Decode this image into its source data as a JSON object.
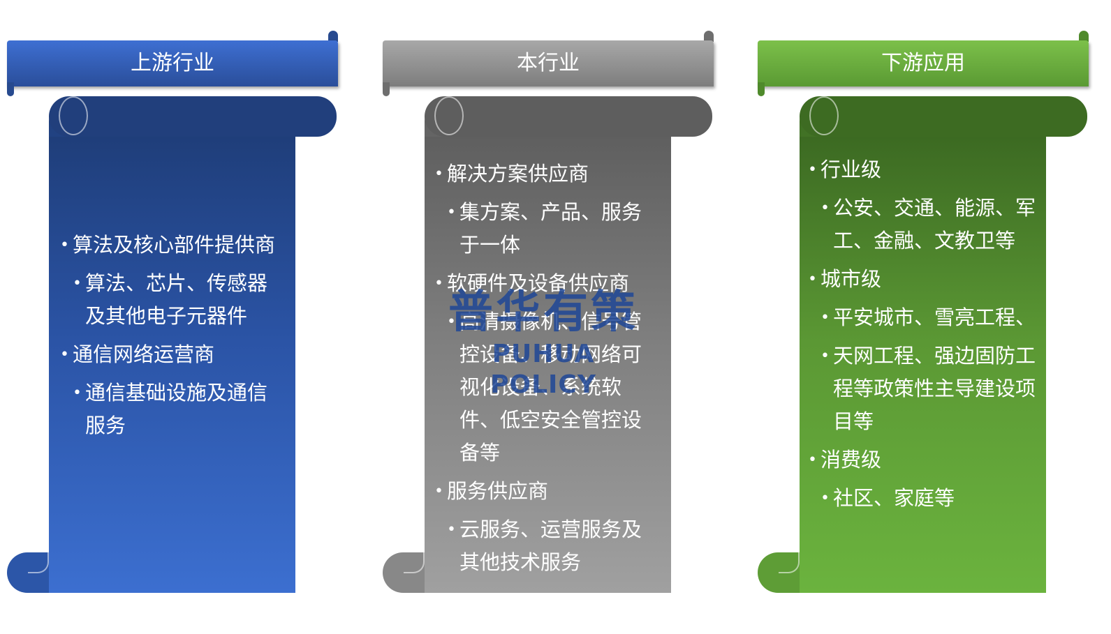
{
  "columns": [
    {
      "title": "上游行业",
      "items": [
        {
          "label": "算法及核心部件提供商",
          "sub": [
            "算法、芯片、传感器及其他电子元器件"
          ]
        },
        {
          "label": "通信网络运营商",
          "sub": [
            "通信基础设施及通信服务"
          ]
        }
      ]
    },
    {
      "title": "本行业",
      "items": [
        {
          "label": "解决方案供应商",
          "sub": [
            "集方案、产品、服务于一体"
          ]
        },
        {
          "label": "软硬件及设备供应商",
          "sub": [
            "高清摄像机、信号管控设备、移动网络可视化设备、系统软件、低空安全管控设备等"
          ]
        },
        {
          "label": "服务供应商",
          "sub": [
            "云服务、运营服务及其他技术服务"
          ]
        }
      ]
    },
    {
      "title": "下游应用",
      "items": [
        {
          "label": "行业级",
          "sub": [
            "公安、交通、能源、军工、金融、文教卫等"
          ]
        },
        {
          "label": "城市级",
          "sub": [
            "平安城市、雪亮工程、",
            "天网工程、强边固防工程等政策性主导建设项目等"
          ]
        },
        {
          "label": "消费级",
          "sub": [
            "社区、家庭等"
          ]
        }
      ]
    }
  ],
  "watermark": {
    "cn": "普华有策",
    "en": "PUHUA POLICY"
  },
  "colors": {
    "upstream": "#2b54a6",
    "industry": "#7f7f7f",
    "downstream": "#5b9834",
    "watermark": "#1e4696"
  }
}
